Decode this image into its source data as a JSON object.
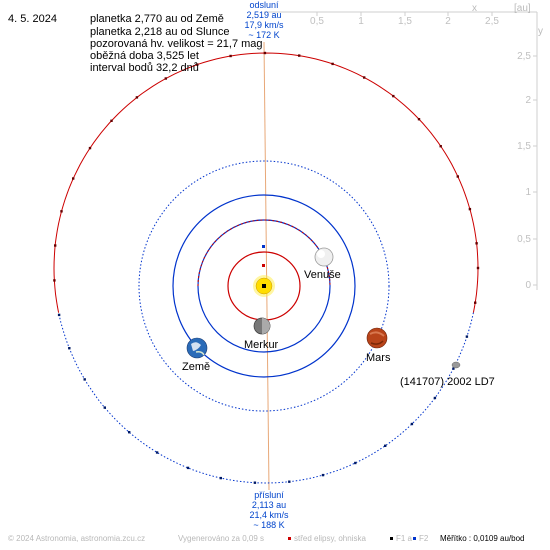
{
  "date": "4. 5. 2024",
  "info_lines": [
    "planetka 2,770 au od Země",
    "planetka 2,218 au od Slunce",
    "pozorovaná hv. velikost = 21,7 mag",
    "oběžná doba 3,525 let",
    "interval bodů 32,2 dnů"
  ],
  "aphelion": {
    "title": "odsluní",
    "dist": "2,519 au",
    "speed": "17,9 km/s",
    "temp": "~ 172 K"
  },
  "perihelion": {
    "title": "přísluní",
    "dist": "2,113 au",
    "speed": "21,4 km/s",
    "temp": "~ 188 K"
  },
  "axis": {
    "x_label": "x",
    "y_label": "y",
    "unit": "[au]",
    "x_ticks": [
      "0,5",
      "1",
      "1,5",
      "2",
      "2,5"
    ],
    "y_ticks": [
      "2,5",
      "2",
      "1,5",
      "1",
      "0,5",
      "0"
    ]
  },
  "planets": {
    "venus": "Venuše",
    "mercury": "Merkur",
    "earth": "Země",
    "mars": "Mars"
  },
  "asteroid": {
    "label": "(141707) 2002 LD7"
  },
  "footer": {
    "copyright": "© 2024 Astronomia, astronomia.zcu.cz",
    "generated": "Vygenerováno za 0,09 s",
    "legend_center": "střed elipsy, ohniska",
    "legend_f1": "F1 a",
    "legend_f2": "F2",
    "scale": "Měřítko : 0,0109 au/bod"
  },
  "colors": {
    "orbit_red": "#cc0000",
    "orbit_blue": "#0033cc",
    "sun": "#ffdd00",
    "axis": "#cccccc",
    "apsis_text": "#0044cc"
  }
}
